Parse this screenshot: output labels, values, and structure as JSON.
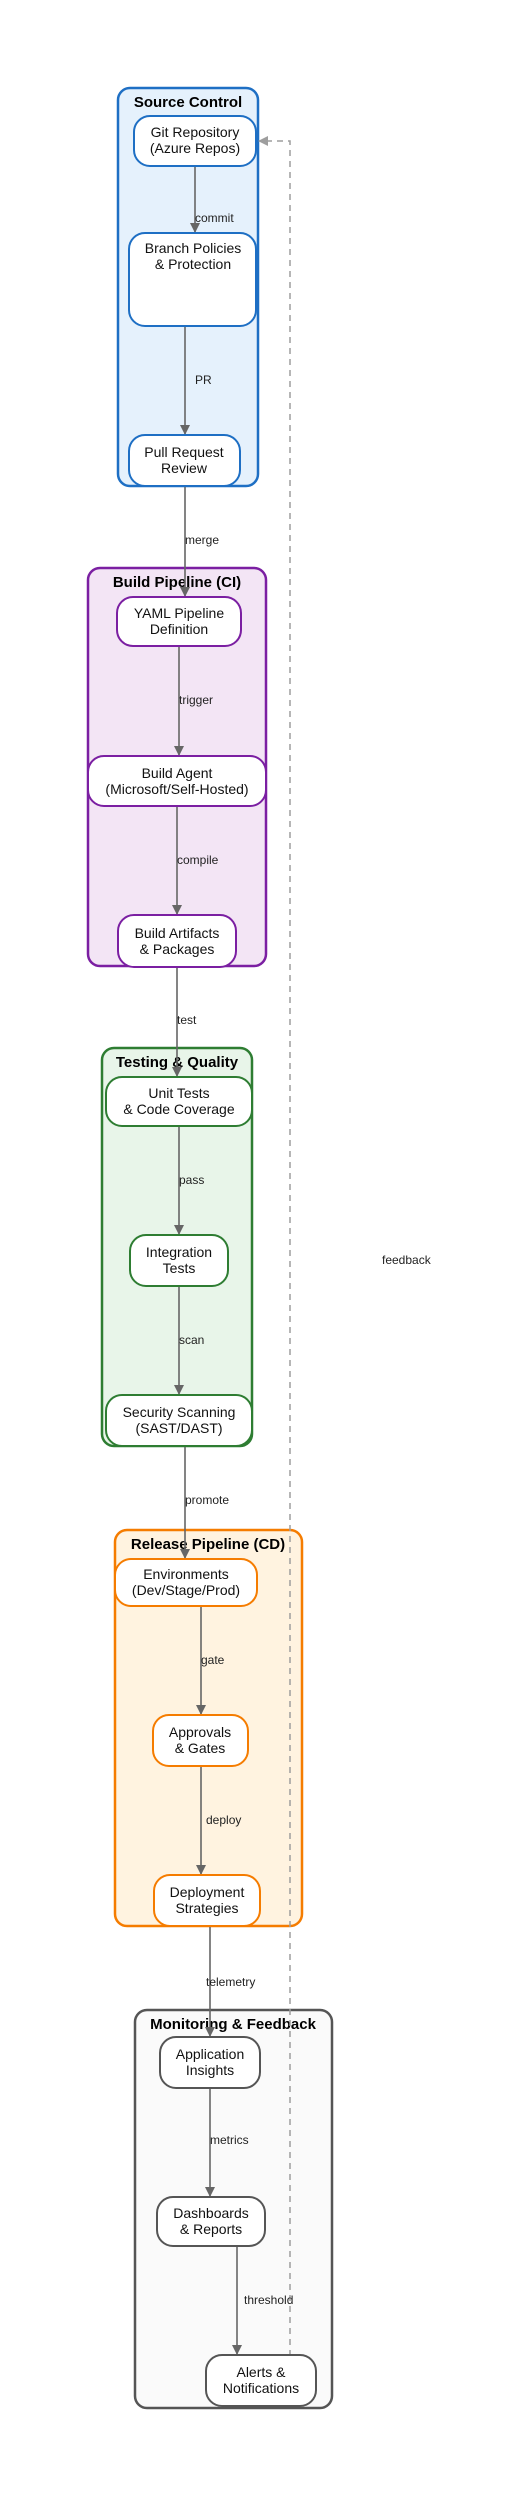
{
  "groups": {
    "source_control": {
      "title": "Source Control",
      "stroke": "#1e6fc4",
      "fill": "#e5f1fc"
    },
    "build": {
      "title": "Build Pipeline (CI)",
      "stroke": "#7b1fa2",
      "fill": "#f3e5f5"
    },
    "testing": {
      "title": "Testing & Quality",
      "stroke": "#2e7d32",
      "fill": "#e8f5e9"
    },
    "release": {
      "title": "Release Pipeline (CD)",
      "stroke": "#f57c00",
      "fill": "#fff3e0"
    },
    "monitoring": {
      "title": "Monitoring & Feedback",
      "stroke": "#555555",
      "fill": "#fafafa"
    }
  },
  "nodes": {
    "git_repo": {
      "line1": "Git Repository",
      "line2": "(Azure Repos)"
    },
    "branch_policies": {
      "line1": "Branch Policies",
      "line2": "& Protection"
    },
    "pull_request": {
      "line1": "Pull Request",
      "line2": "Review"
    },
    "yaml_pipeline": {
      "line1": "YAML Pipeline",
      "line2": "Definition"
    },
    "build_agent": {
      "line1": "Build Agent",
      "line2": "(Microsoft/Self-Hosted)"
    },
    "build_artifacts": {
      "line1": "Build Artifacts",
      "line2": "& Packages"
    },
    "unit_tests": {
      "line1": "Unit Tests",
      "line2": "& Code Coverage"
    },
    "integration_tests": {
      "line1": "Integration",
      "line2": "Tests"
    },
    "security_scanning": {
      "line1": "Security Scanning",
      "line2": "(SAST/DAST)"
    },
    "environments": {
      "line1": "Environments",
      "line2": "(Dev/Stage/Prod)"
    },
    "approvals": {
      "line1": "Approvals",
      "line2": "& Gates"
    },
    "deployment": {
      "line1": "Deployment",
      "line2": "Strategies"
    },
    "app_insights": {
      "line1": "Application",
      "line2": "Insights"
    },
    "dashboards": {
      "line1": "Dashboards",
      "line2": "& Reports"
    },
    "alerts": {
      "line1": "Alerts &",
      "line2": "Notifications"
    }
  },
  "edges": {
    "commit": "commit",
    "pr": "PR",
    "merge": "merge",
    "trigger": "trigger",
    "compile": "compile",
    "test": "test",
    "pass": "pass",
    "scan": "scan",
    "promote": "promote",
    "gate": "gate",
    "deploy": "deploy",
    "telemetry": "telemetry",
    "metrics": "metrics",
    "threshold": "threshold",
    "feedback": "feedback"
  }
}
